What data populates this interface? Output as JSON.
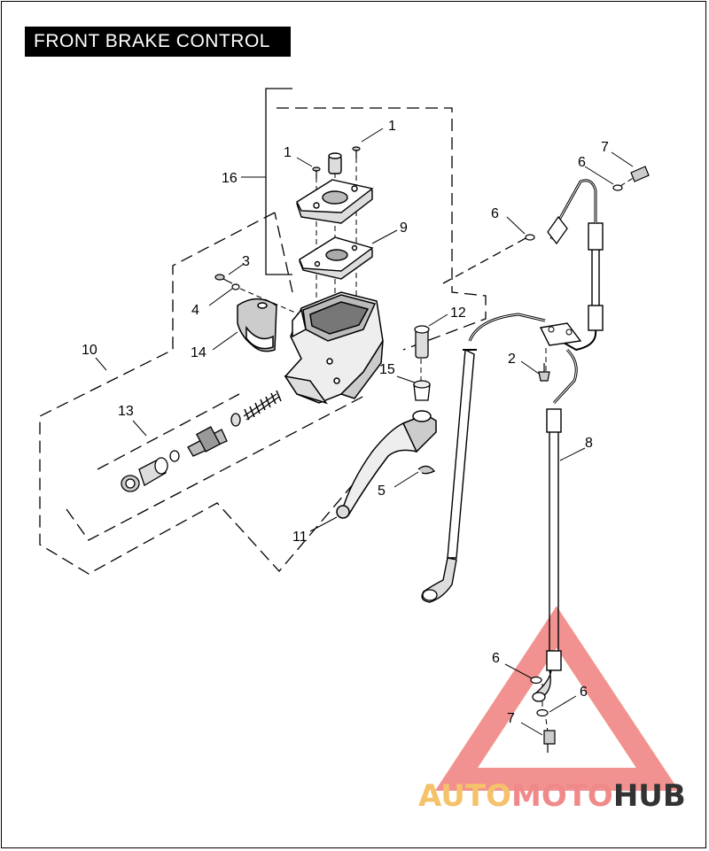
{
  "title": "FRONT BRAKE CONTROL",
  "callouts": [
    {
      "id": "c1a",
      "text": "1"
    },
    {
      "id": "c1b",
      "text": "1"
    },
    {
      "id": "c16",
      "text": "16"
    },
    {
      "id": "c9",
      "text": "9"
    },
    {
      "id": "c3",
      "text": "3"
    },
    {
      "id": "c4",
      "text": "4"
    },
    {
      "id": "c14",
      "text": "14"
    },
    {
      "id": "c10",
      "text": "10"
    },
    {
      "id": "c13",
      "text": "13"
    },
    {
      "id": "c12",
      "text": "12"
    },
    {
      "id": "c15",
      "text": "15"
    },
    {
      "id": "c5",
      "text": "5"
    },
    {
      "id": "c11",
      "text": "11"
    },
    {
      "id": "c2",
      "text": "2"
    },
    {
      "id": "c8",
      "text": "8"
    },
    {
      "id": "c7a",
      "text": "7"
    },
    {
      "id": "c6a",
      "text": "6"
    },
    {
      "id": "c6b",
      "text": "6"
    },
    {
      "id": "c6c",
      "text": "6"
    },
    {
      "id": "c6d",
      "text": "6"
    },
    {
      "id": "c7b",
      "text": "7"
    }
  ],
  "watermark": {
    "part1": "AUTO",
    "part2": "MOTO",
    "part3": "HUB",
    "color1": "#f5c26b",
    "color2": "#f08a8a",
    "color3": "#333333",
    "triangle_color": "#e53935"
  }
}
